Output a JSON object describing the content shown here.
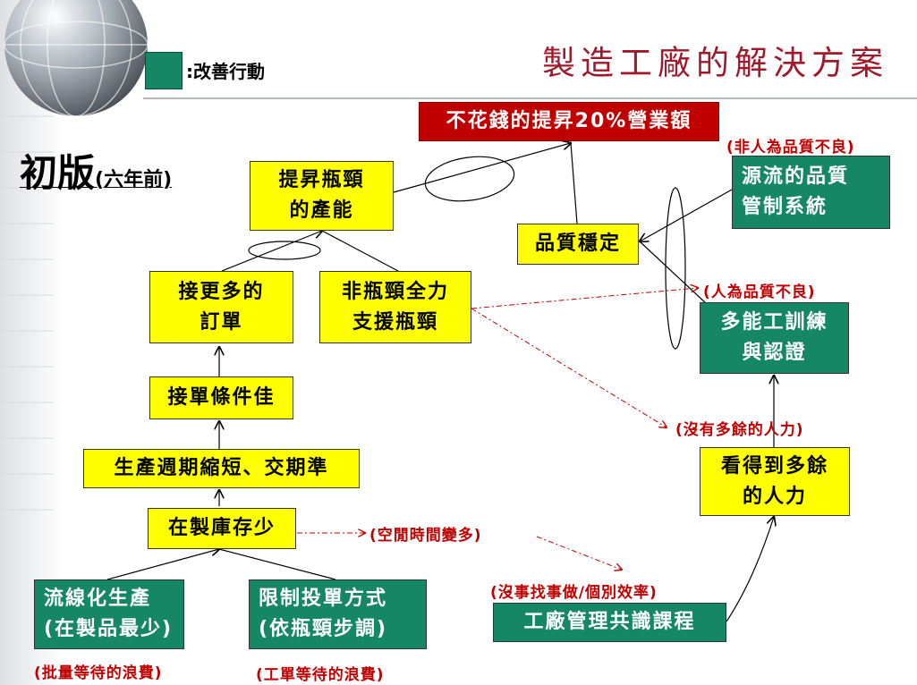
{
  "title": "製造工廠的解決方案",
  "legend": {
    "label": ":改善行動",
    "color": "#168765"
  },
  "version": {
    "main": "初版",
    "sub": "(六年前)"
  },
  "colors": {
    "goal": "#c00000",
    "condition": "#ffff00",
    "action": "#168765",
    "note": "#c00000"
  },
  "nodes": {
    "goal": "不花錢的提昇20%營業額",
    "bottleneck": "提昇瓶頸\n的產能",
    "quality": "品質穩定",
    "source_qc": "源流的品質\n管制系統",
    "more_orders": "接更多的\n訂單",
    "support": "非瓶頸全力\n支援瓶頸",
    "multiskill": "多能工訓練\n與認證",
    "order_terms": "接單條件佳",
    "cycle": "生產週期縮短、交期準",
    "wip": "在製庫存少",
    "extra_people": "看得到多餘\n的人力",
    "flow": "流線化生產\n(在製品最少)",
    "dispatch": "限制投單方式\n(依瓶頸步調)",
    "course": "工廠管理共識課程"
  },
  "notes": {
    "non_human": "(非人為品質不良)",
    "human": "(人為品質不良)",
    "no_extra": "(沒有多餘的人力)",
    "idle": "(空閒時間變多)",
    "busywork": "(沒事找事做/個別效率)",
    "batch_wait": "(批量等待的浪費)",
    "order_wait": "(工單等待的浪費)"
  }
}
